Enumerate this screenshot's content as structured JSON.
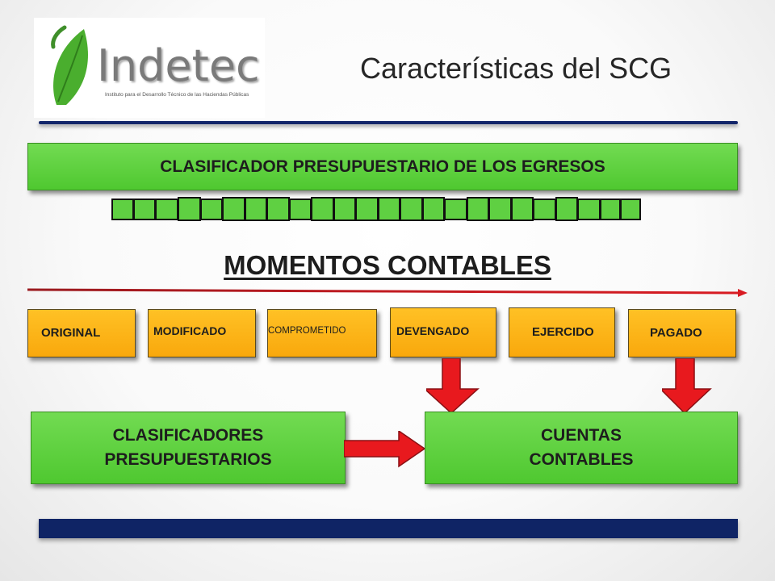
{
  "logo": {
    "name": "Indetec",
    "subtitle": "Instituto para el Desarrollo Técnico de las Haciendas Públicas"
  },
  "title": "Características del SCG",
  "clasificador_egresos": "CLASIFICADOR PRESUPUESTARIO DE LOS EGRESOS",
  "momentos_title": "MOMENTOS CONTABLES",
  "momentos": [
    {
      "label": "ORIGINAL"
    },
    {
      "label": "MODIFICADO"
    },
    {
      "label": "COMPROMETIDO"
    },
    {
      "label": "DEVENGADO"
    },
    {
      "label": "EJERCIDO"
    },
    {
      "label": "PAGADO"
    }
  ],
  "clasificadores_presupuestarios": {
    "line1": "CLASIFICADORES",
    "line2": "PRESUPUESTARIOS"
  },
  "cuentas_contables": {
    "line1": "CUENTAS",
    "line2": "CONTABLES"
  },
  "colors": {
    "green": "#5fd042",
    "orange": "#f9a80c",
    "red": "#e8191e",
    "navy": "#0f2465",
    "arrow_dark_red": "#b7191f"
  }
}
